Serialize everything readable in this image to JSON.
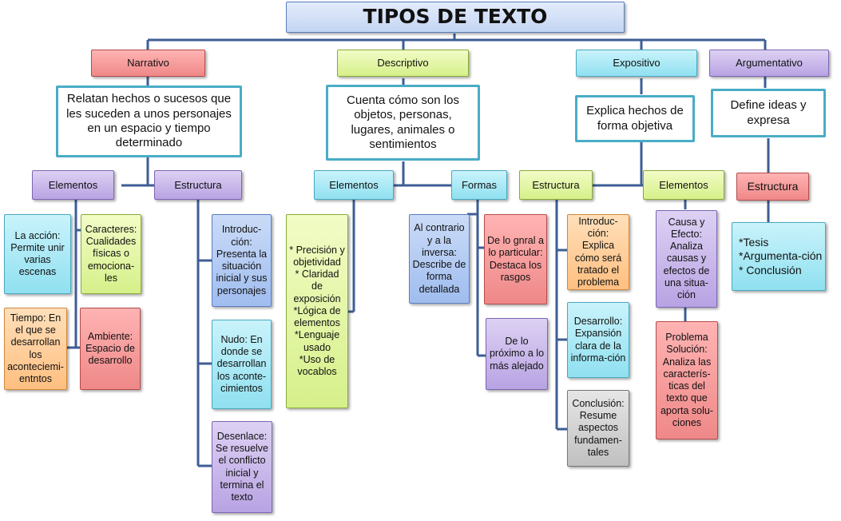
{
  "title": "TIPOS DE TEXTO",
  "types": {
    "narrativo": "Narrativo",
    "descriptivo": "Descriptivo",
    "expositivo": "Expositivo",
    "argumentativo": "Argumentativo"
  },
  "definitions": {
    "narrativo": "Relatan hechos o sucesos que les suceden a unos personajes en un espacio y tiempo determinado",
    "descriptivo": "Cuenta cómo son los objetos, personas, lugares, animales o sentimientos",
    "expositivo": "Explica hechos de forma objetiva",
    "argumentativo": "Define ideas y expresa"
  },
  "narrativo": {
    "elementos": "Elementos",
    "estructura": "Estructura",
    "accion": "La acción: Permite unir varias escenas",
    "caracteres": "Caracteres: Cualidades físicas o emociona-les",
    "tiempo": "Tiempo: En el que se desarrollan los aconteciemi-entntos",
    "ambiente": "Ambiente: Espacio de desarrollo",
    "introduccion": "Introduc-ción: Presenta la situación inicial y sus personajes",
    "nudo": "Nudo: En donde se desarrollan los aconte-cimientos",
    "desenlace": "Desenlace: Se resuelve el conflicto inicial y termina el texto"
  },
  "descriptivo": {
    "elementos": "Elementos",
    "formas": "Formas",
    "elementos_list": "* Precisión y objetividad\n* Claridad de exposición\n*Lógica de elementos\n*Lenguaje usado\n*Uso de vocablos",
    "al_contrario": "Al contrario y a la inversa: Describe de forma detallada",
    "general": "De lo gnral a lo particular: Destaca los rasgos",
    "proximo": "De lo próximo a lo más alejado"
  },
  "expositivo": {
    "estructura": "Estructura",
    "elementos": "Elementos",
    "introduccion": "Introduc-ción: Explica cómo será tratado el problema",
    "desarrollo": "Desarrollo: Expansión clara de la informa-ción",
    "conclusion": "Conclusión: Resume aspectos fundamen-tales",
    "causa": "Causa y Efecto: Analiza causas y efectos de una situa-ción",
    "problema": "Problema Solución: Analiza las caracterís-ticas del texto que aporta solu-ciones"
  },
  "argumentativo": {
    "estructura": "Estructura",
    "lista": "*Tesis\n*Argumenta-ción\n* Conclusión"
  }
}
